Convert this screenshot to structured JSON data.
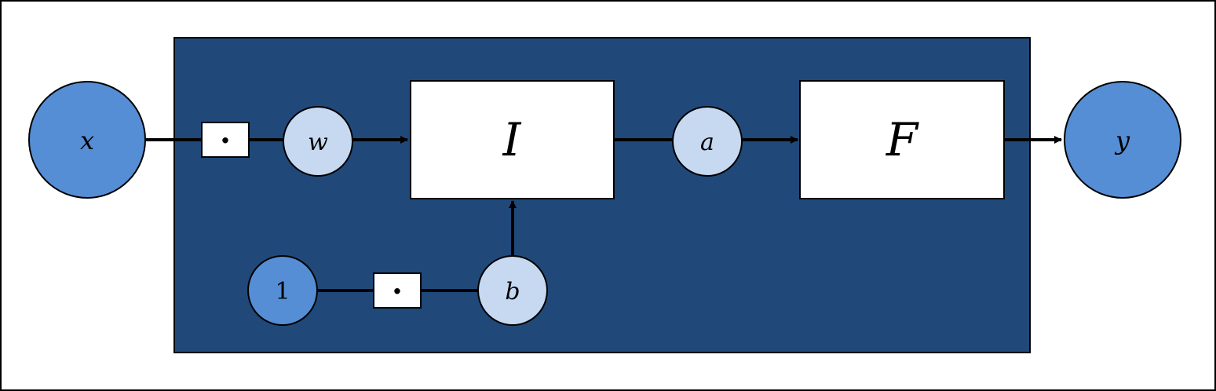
{
  "diagram": {
    "input_node": {
      "label": "x"
    },
    "output_node": {
      "label": "y"
    },
    "weight_node": {
      "label": "w"
    },
    "bias_node": {
      "label": "b"
    },
    "constant_node": {
      "label": "1"
    },
    "activation_node": {
      "label": "a"
    },
    "integration_block": {
      "label": "I"
    },
    "function_block": {
      "label": "F"
    },
    "multiply_top": {
      "label": "·"
    },
    "multiply_bottom": {
      "label": "·"
    }
  },
  "colors": {
    "background": "#ffffff",
    "frame_border": "#000000",
    "neuron_box": "#20497a",
    "io_node": "#558ed5",
    "param_node": "#c6d9f1",
    "block_fill": "#ffffff",
    "stroke": "#000000"
  }
}
